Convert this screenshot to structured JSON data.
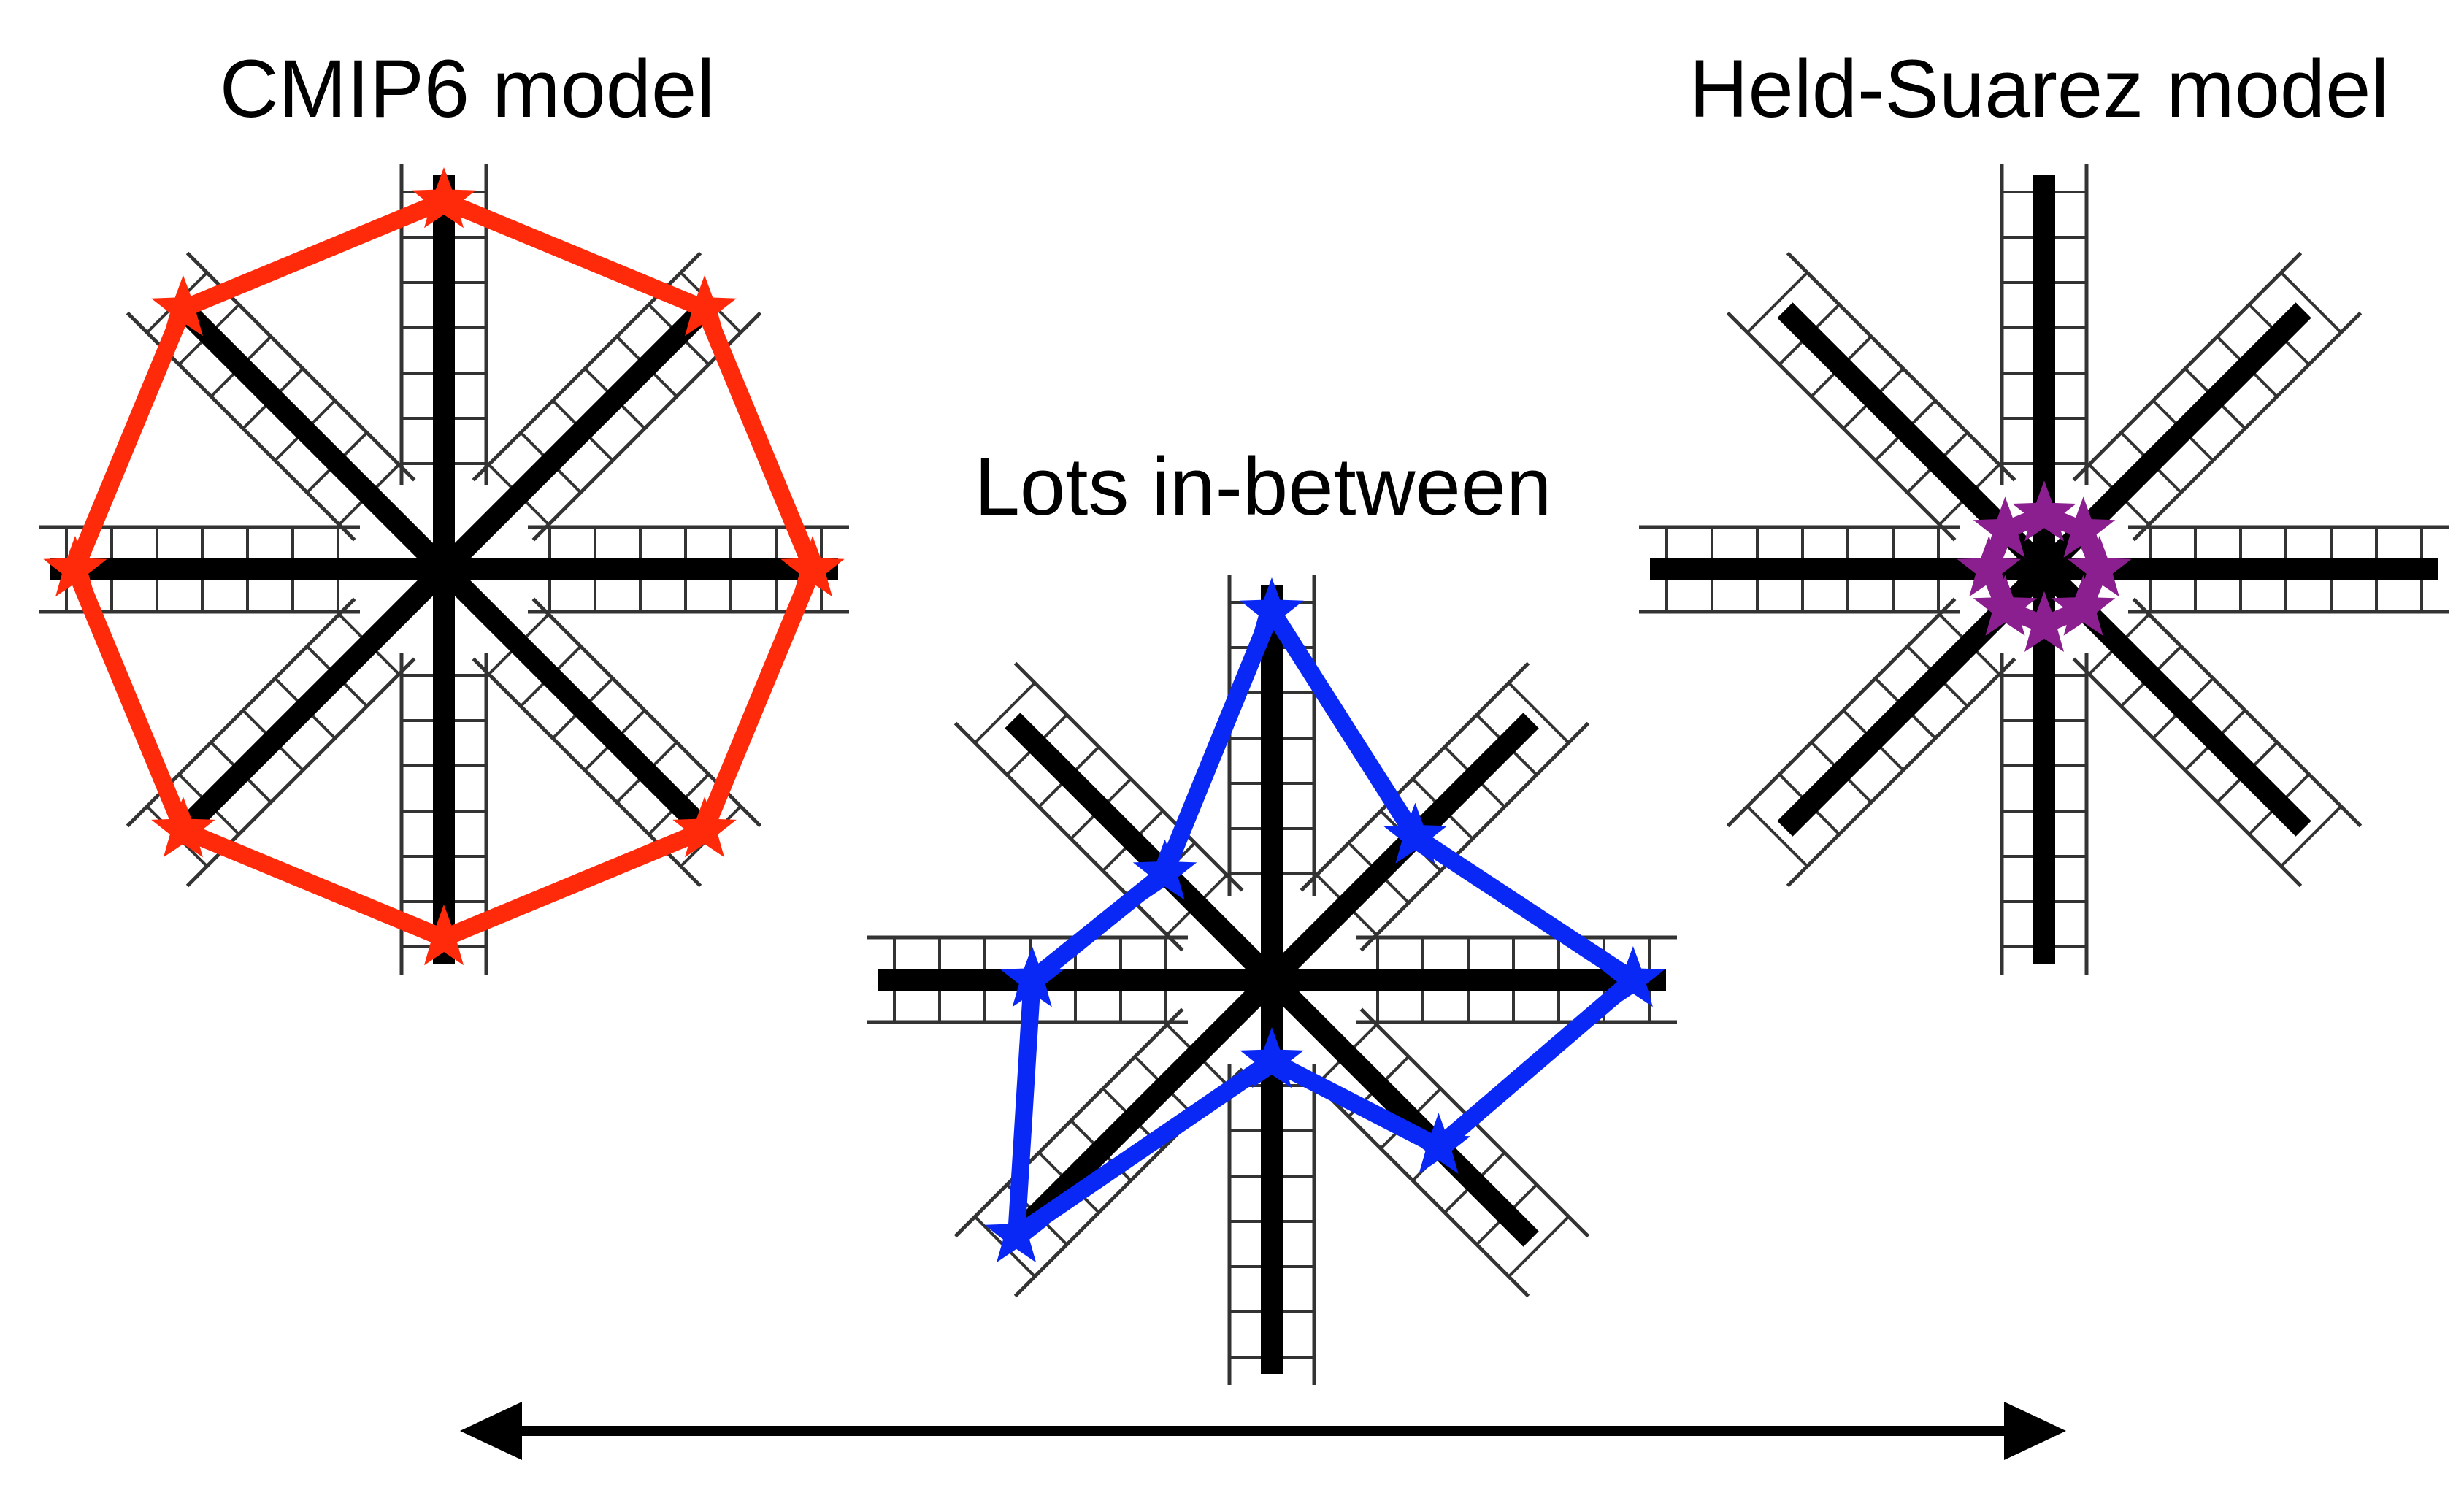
{
  "labels": {
    "cmip6": "CMIP6 model",
    "between": "Lots in-between",
    "held_suarez": "Held-Suarez model"
  },
  "colors": {
    "cmip6": "#ff2a0a",
    "between": "#0a28f5",
    "held_suarez": "#8b1f8f",
    "axis": "#000000",
    "ladder": "#333333",
    "arrow": "#000000"
  },
  "diagrams": [
    {
      "id": "cmip6",
      "color_key": "cmip6",
      "levels": [
        1.0,
        1.0,
        1.0,
        1.0,
        1.0,
        1.0,
        1.0,
        1.0
      ]
    },
    {
      "id": "between",
      "color_key": "between",
      "levels": [
        1.0,
        0.55,
        0.98,
        0.64,
        0.22,
        0.98,
        0.65,
        0.41
      ]
    },
    {
      "id": "held_suarez",
      "color_key": "held_suarez",
      "levels": [
        0.15,
        0.15,
        0.15,
        0.15,
        0.15,
        0.15,
        0.15,
        0.15
      ]
    }
  ],
  "arrow": {
    "direction": "both"
  }
}
